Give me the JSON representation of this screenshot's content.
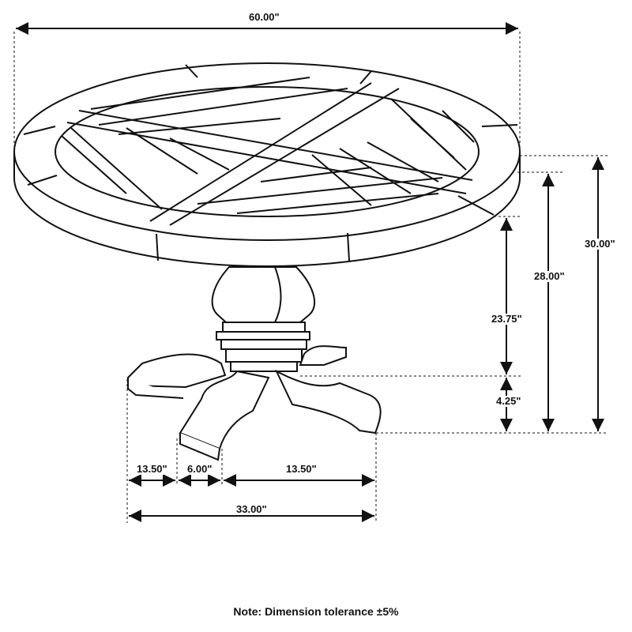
{
  "dimensions": {
    "top_width": "60.00\"",
    "total_height": "30.00\"",
    "height_to_top": "28.00\"",
    "apron_to_foot": "23.75\"",
    "foot_height": "4.25\"",
    "foot_left": "13.50\"",
    "foot_center": "6.00\"",
    "foot_right": "13.50\"",
    "base_width": "33.00\""
  },
  "note": "Note: Dimension tolerance ±5%"
}
